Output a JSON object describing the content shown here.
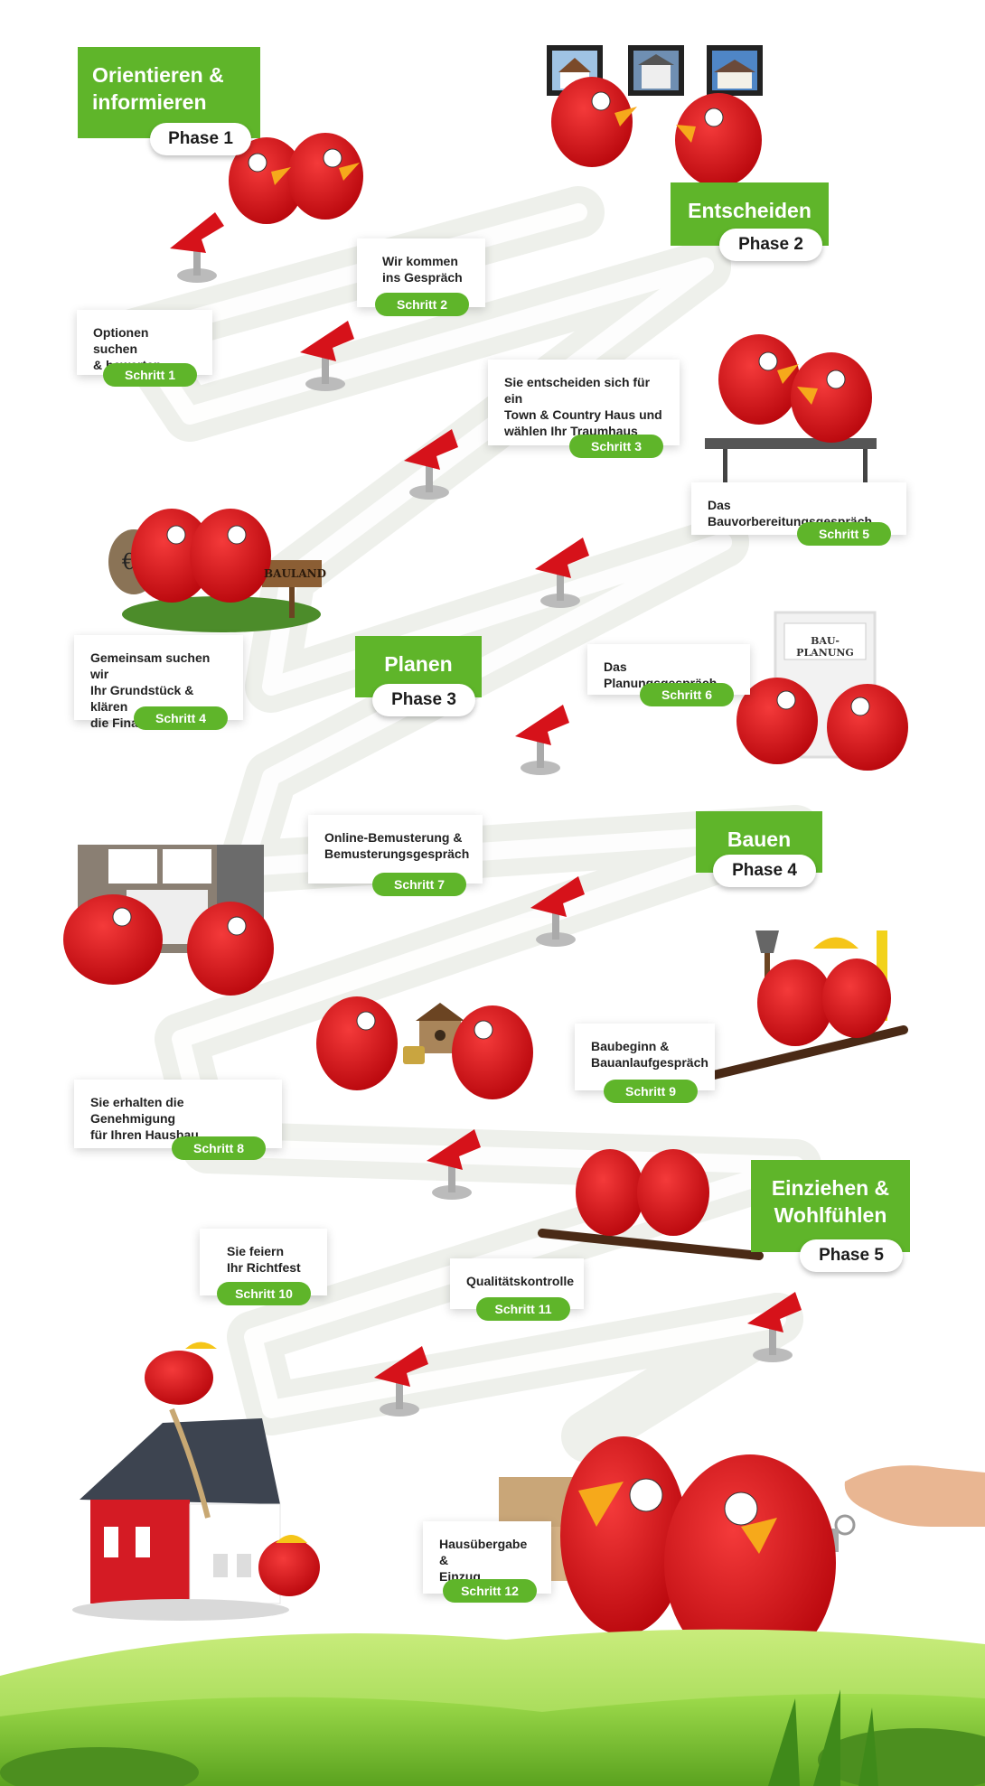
{
  "phases": [
    {
      "title": "Orientieren &\ninformieren",
      "label": "Phase 1"
    },
    {
      "title": "Entscheiden",
      "label": "Phase 2"
    },
    {
      "title": "Planen",
      "label": "Phase 3"
    },
    {
      "title": "Bauen",
      "label": "Phase 4"
    },
    {
      "title": "Einziehen &\nWohlfühlen",
      "label": "Phase 5"
    }
  ],
  "steps": [
    {
      "text": "Optionen suchen\n& bewerten",
      "label": "Schritt 1"
    },
    {
      "text": "Wir kommen\nins Gespräch",
      "label": "Schritt 2"
    },
    {
      "text": "Sie entscheiden sich für ein\nTown & Country Haus und\nwählen Ihr Traumhaus",
      "label": "Schritt 3"
    },
    {
      "text": "Gemeinsam suchen wir\nIhr Grundstück & klären\ndie Finanzierung",
      "label": "Schritt 4"
    },
    {
      "text": "Das Bauvorbereitungsgespräch",
      "label": "Schritt 5"
    },
    {
      "text": "Das Planungsgespräch",
      "label": "Schritt 6"
    },
    {
      "text": "Online-Bemusterung &\nBemusterungsgespräch",
      "label": "Schritt 7"
    },
    {
      "text": "Sie erhalten die Genehmigung\nfür Ihren Hausbau",
      "label": "Schritt 8"
    },
    {
      "text": "Baubeginn &\nBauanlaufgespräch",
      "label": "Schritt 9"
    },
    {
      "text": "Sie feiern\nIhr Richtfest",
      "label": "Schritt 10"
    },
    {
      "text": "Qualitätskontrolle",
      "label": "Schritt 11"
    },
    {
      "text": "Hausübergabe &\nEinzug",
      "label": "Schritt 12"
    }
  ],
  "signs": {
    "bauland": "BAULAND",
    "bauplanung": "BAU-PLANUNG"
  },
  "colors": {
    "accent": "#5fb52a",
    "bird": "#d8161d",
    "path": "#eff1ec",
    "grass": "#8fcf3c"
  }
}
